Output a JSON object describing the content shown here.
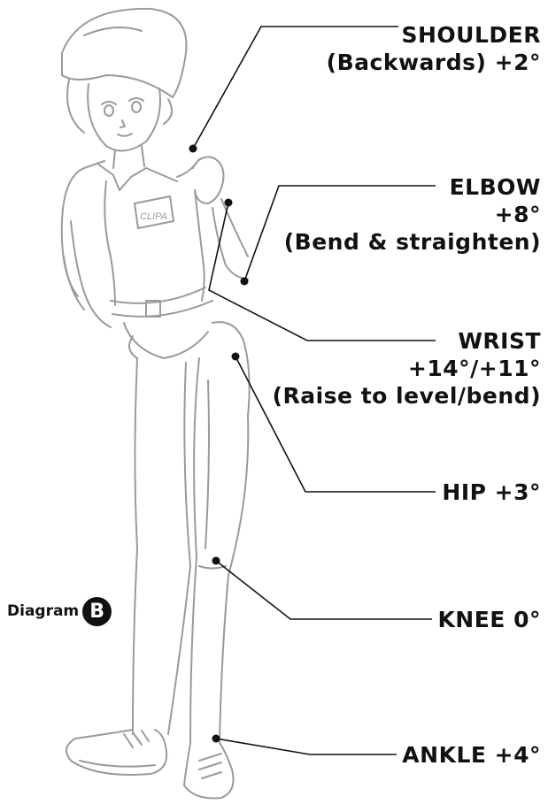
{
  "labels": {
    "shoulder": {
      "line1": "SHOULDER",
      "line2": "(Backwards) +2°"
    },
    "elbow": {
      "line1": "ELBOW",
      "line2": "+8°",
      "line3": "(Bend & straighten)"
    },
    "wrist": {
      "line1": "WRIST",
      "line2": "+14°/+11°",
      "line3": "(Raise to level/bend)"
    },
    "hip": {
      "line1": "HIP +3°"
    },
    "knee": {
      "line1": "KNEE 0°"
    },
    "ankle": {
      "line1": "ANKLE +4°"
    }
  },
  "diagram_tag": {
    "word": "Diagram",
    "letter": "B"
  },
  "figure_badge_text": "CLIPA",
  "colors": {
    "ink": "#111111",
    "sketch": "#9a9a9a",
    "paper": "#ffffff"
  },
  "icons": {
    "joint_marker": "filled-circle-dot"
  }
}
